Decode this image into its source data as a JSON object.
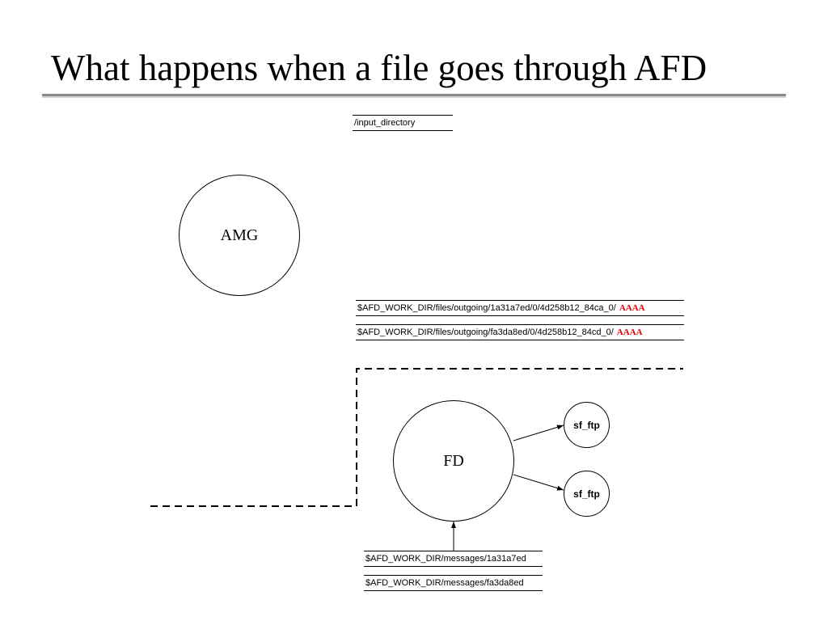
{
  "title": "What happens when a file goes through AFD",
  "stores": {
    "input": "/input_directory",
    "outgoing": [
      {
        "path": "$AFD_WORK_DIR/files/outgoing/1a31a7ed/0/4d258b12_84ca_0/",
        "file": "AAAA"
      },
      {
        "path": "$AFD_WORK_DIR/files/outgoing/fa3da8ed/0/4d258b12_84cd_0/",
        "file": "AAAA"
      }
    ],
    "messages": [
      "$AFD_WORK_DIR/messages/1a31a7ed",
      "$AFD_WORK_DIR/messages/fa3da8ed"
    ]
  },
  "nodes": {
    "amg": "AMG",
    "fd": "FD",
    "sf_ftp": [
      "sf_ftp",
      "sf_ftp"
    ]
  },
  "colors": {
    "highlight": "#e00000",
    "rule": "#8a8a8a"
  }
}
